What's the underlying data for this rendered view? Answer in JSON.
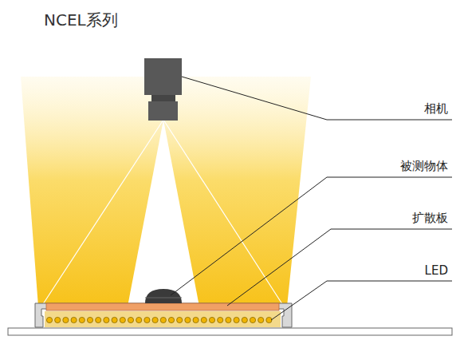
{
  "diagram": {
    "title": "NCEL系列",
    "labels": [
      "相机",
      "被测物体",
      "扩散板",
      "LED"
    ]
  }
}
